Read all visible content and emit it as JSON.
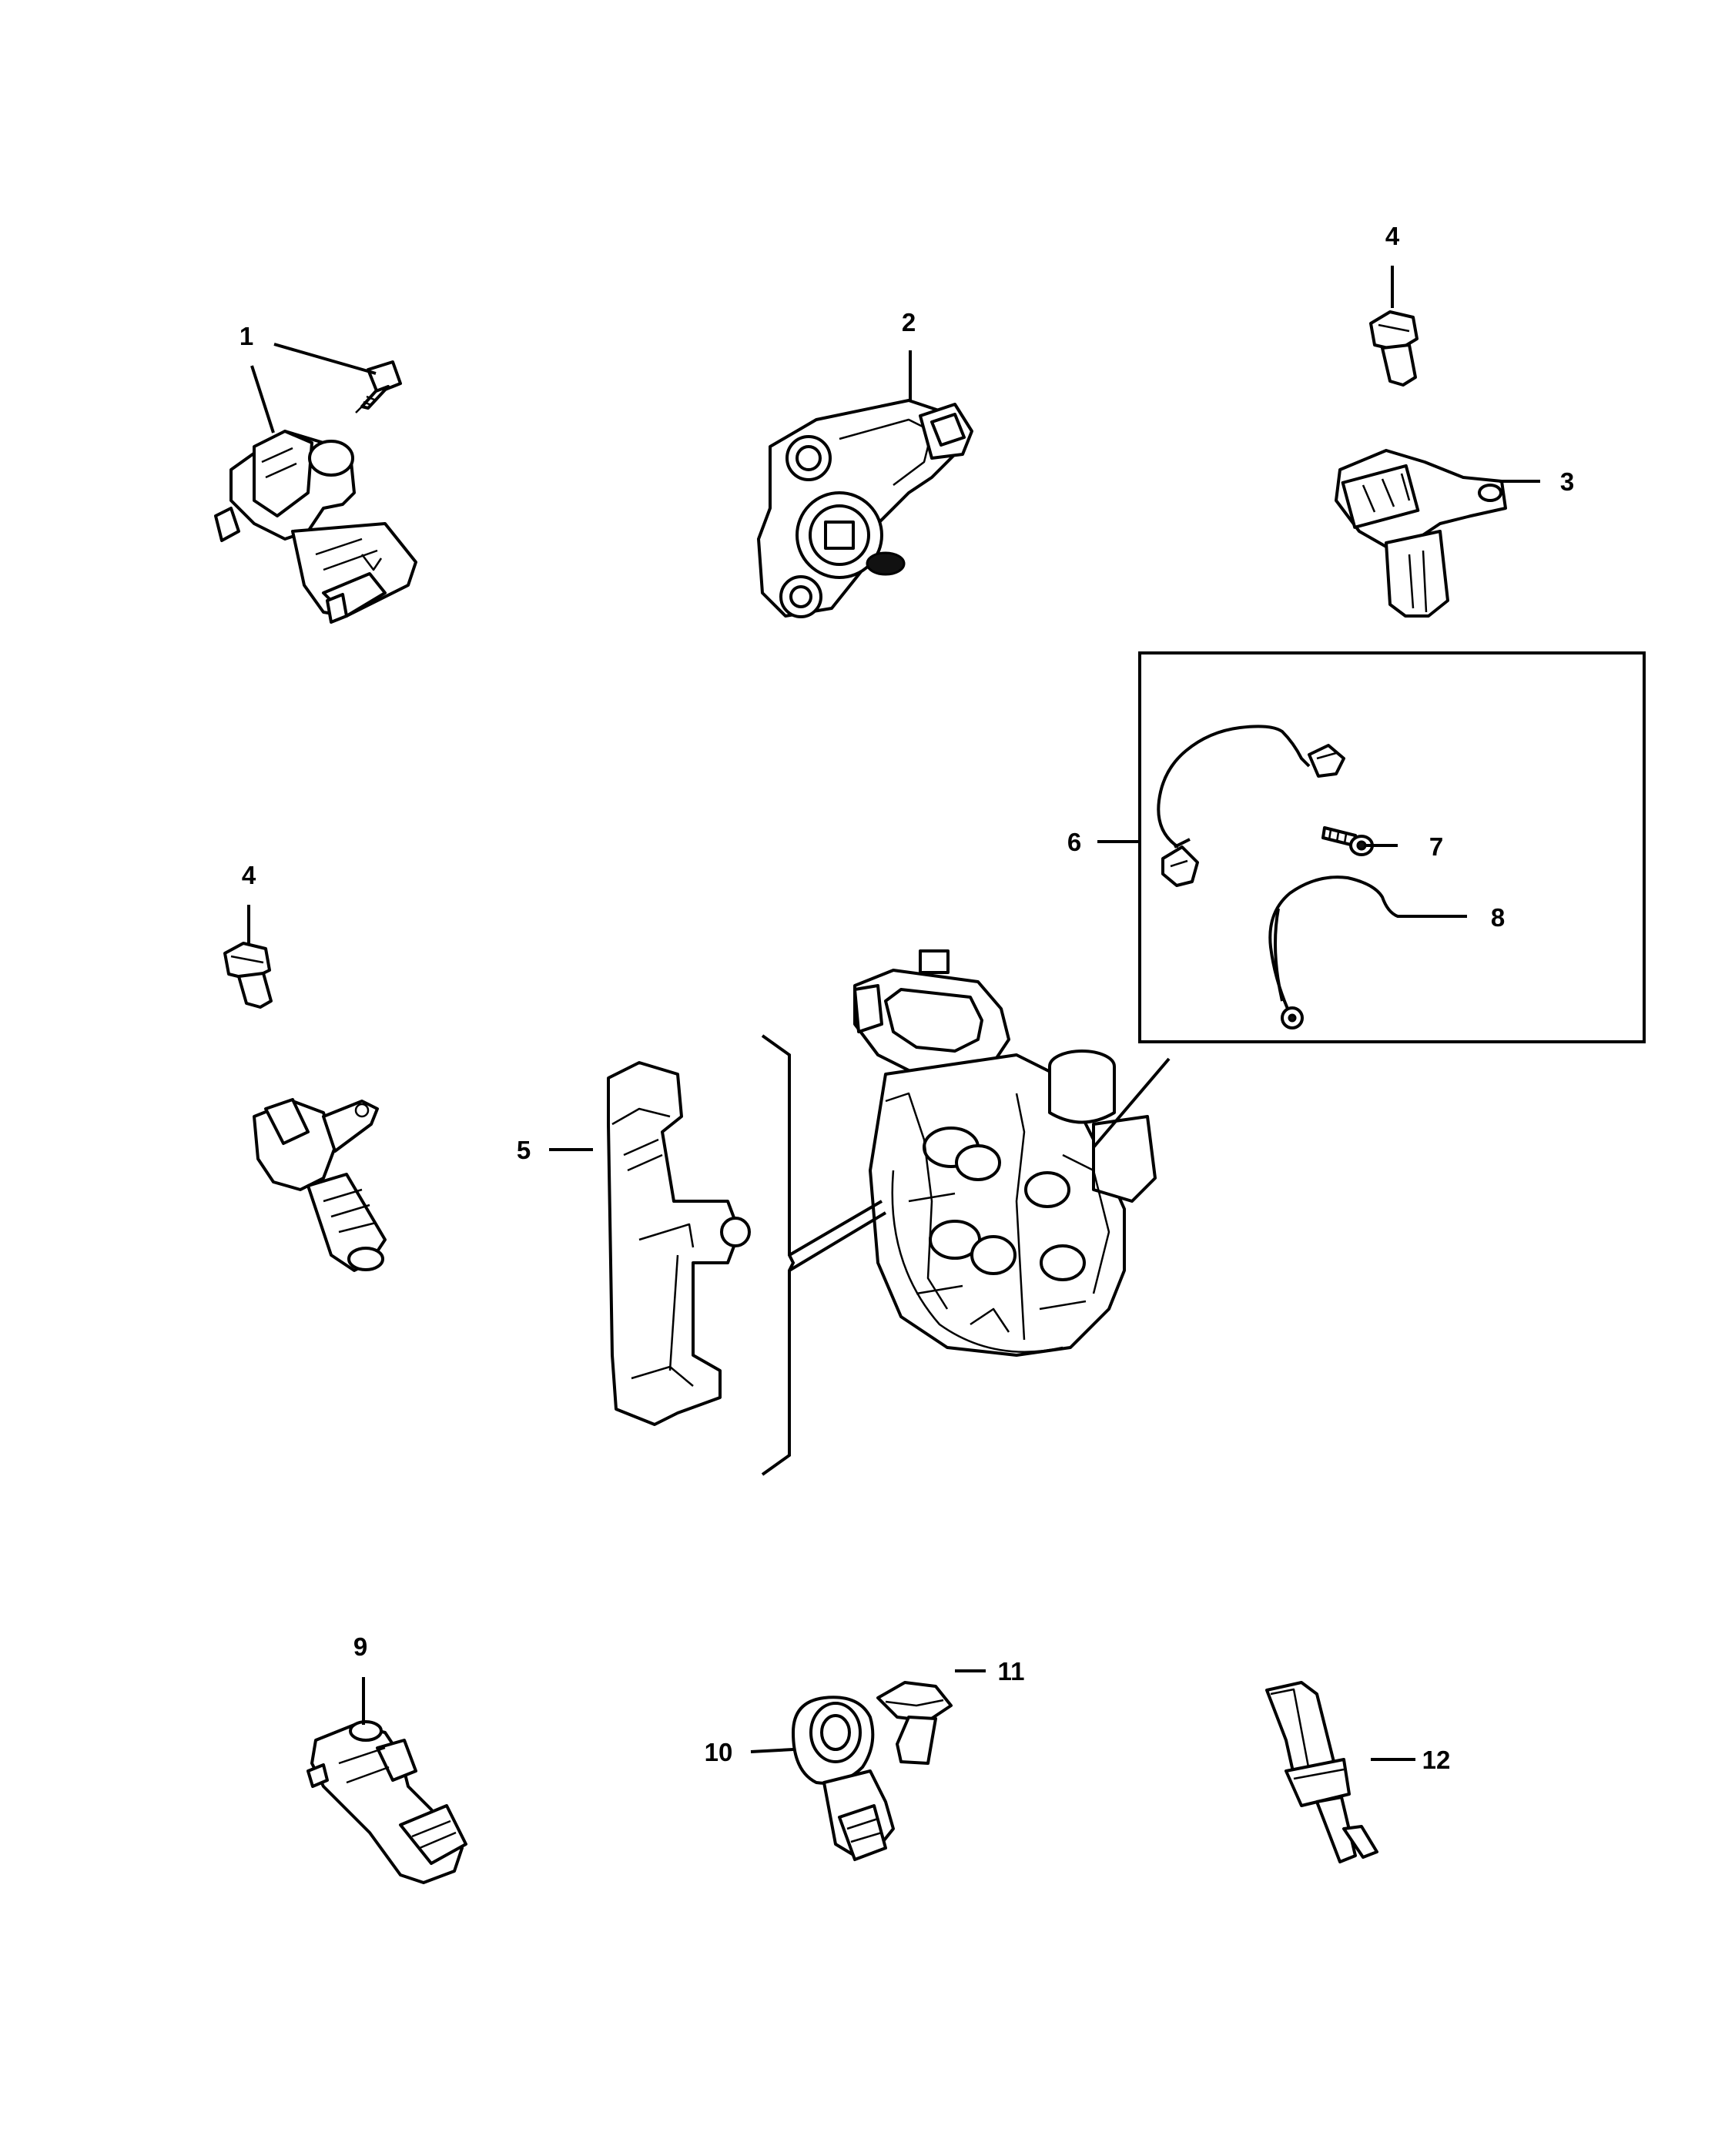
{
  "callouts": {
    "c1": "1",
    "c2": "2",
    "c3": "3",
    "c4a": "4",
    "c4b": "4",
    "c5": "5",
    "c6": "6",
    "c7": "7",
    "c8": "8",
    "c9": "9",
    "c10": "10",
    "c11": "11",
    "c12": "12"
  },
  "parts": [
    {
      "callout": "1",
      "icon": "map-sensor-icon"
    },
    {
      "callout": "2",
      "icon": "range-sensor-icon"
    },
    {
      "callout": "3",
      "icon": "speed-sensor-icon"
    },
    {
      "callout": "4",
      "icon": "bolt-icon"
    },
    {
      "callout": "5",
      "icon": "valve-body-bracket-icon"
    },
    {
      "callout": "6",
      "icon": "wiring-harness-icon"
    },
    {
      "callout": "7",
      "icon": "screw-icon"
    },
    {
      "callout": "8",
      "icon": "wire-lead-icon"
    },
    {
      "callout": "9",
      "icon": "pressure-sensor-icon"
    },
    {
      "callout": "10",
      "icon": "knock-sensor-icon"
    },
    {
      "callout": "11",
      "icon": "bolt-icon"
    },
    {
      "callout": "12",
      "icon": "temperature-sensor-icon"
    }
  ]
}
